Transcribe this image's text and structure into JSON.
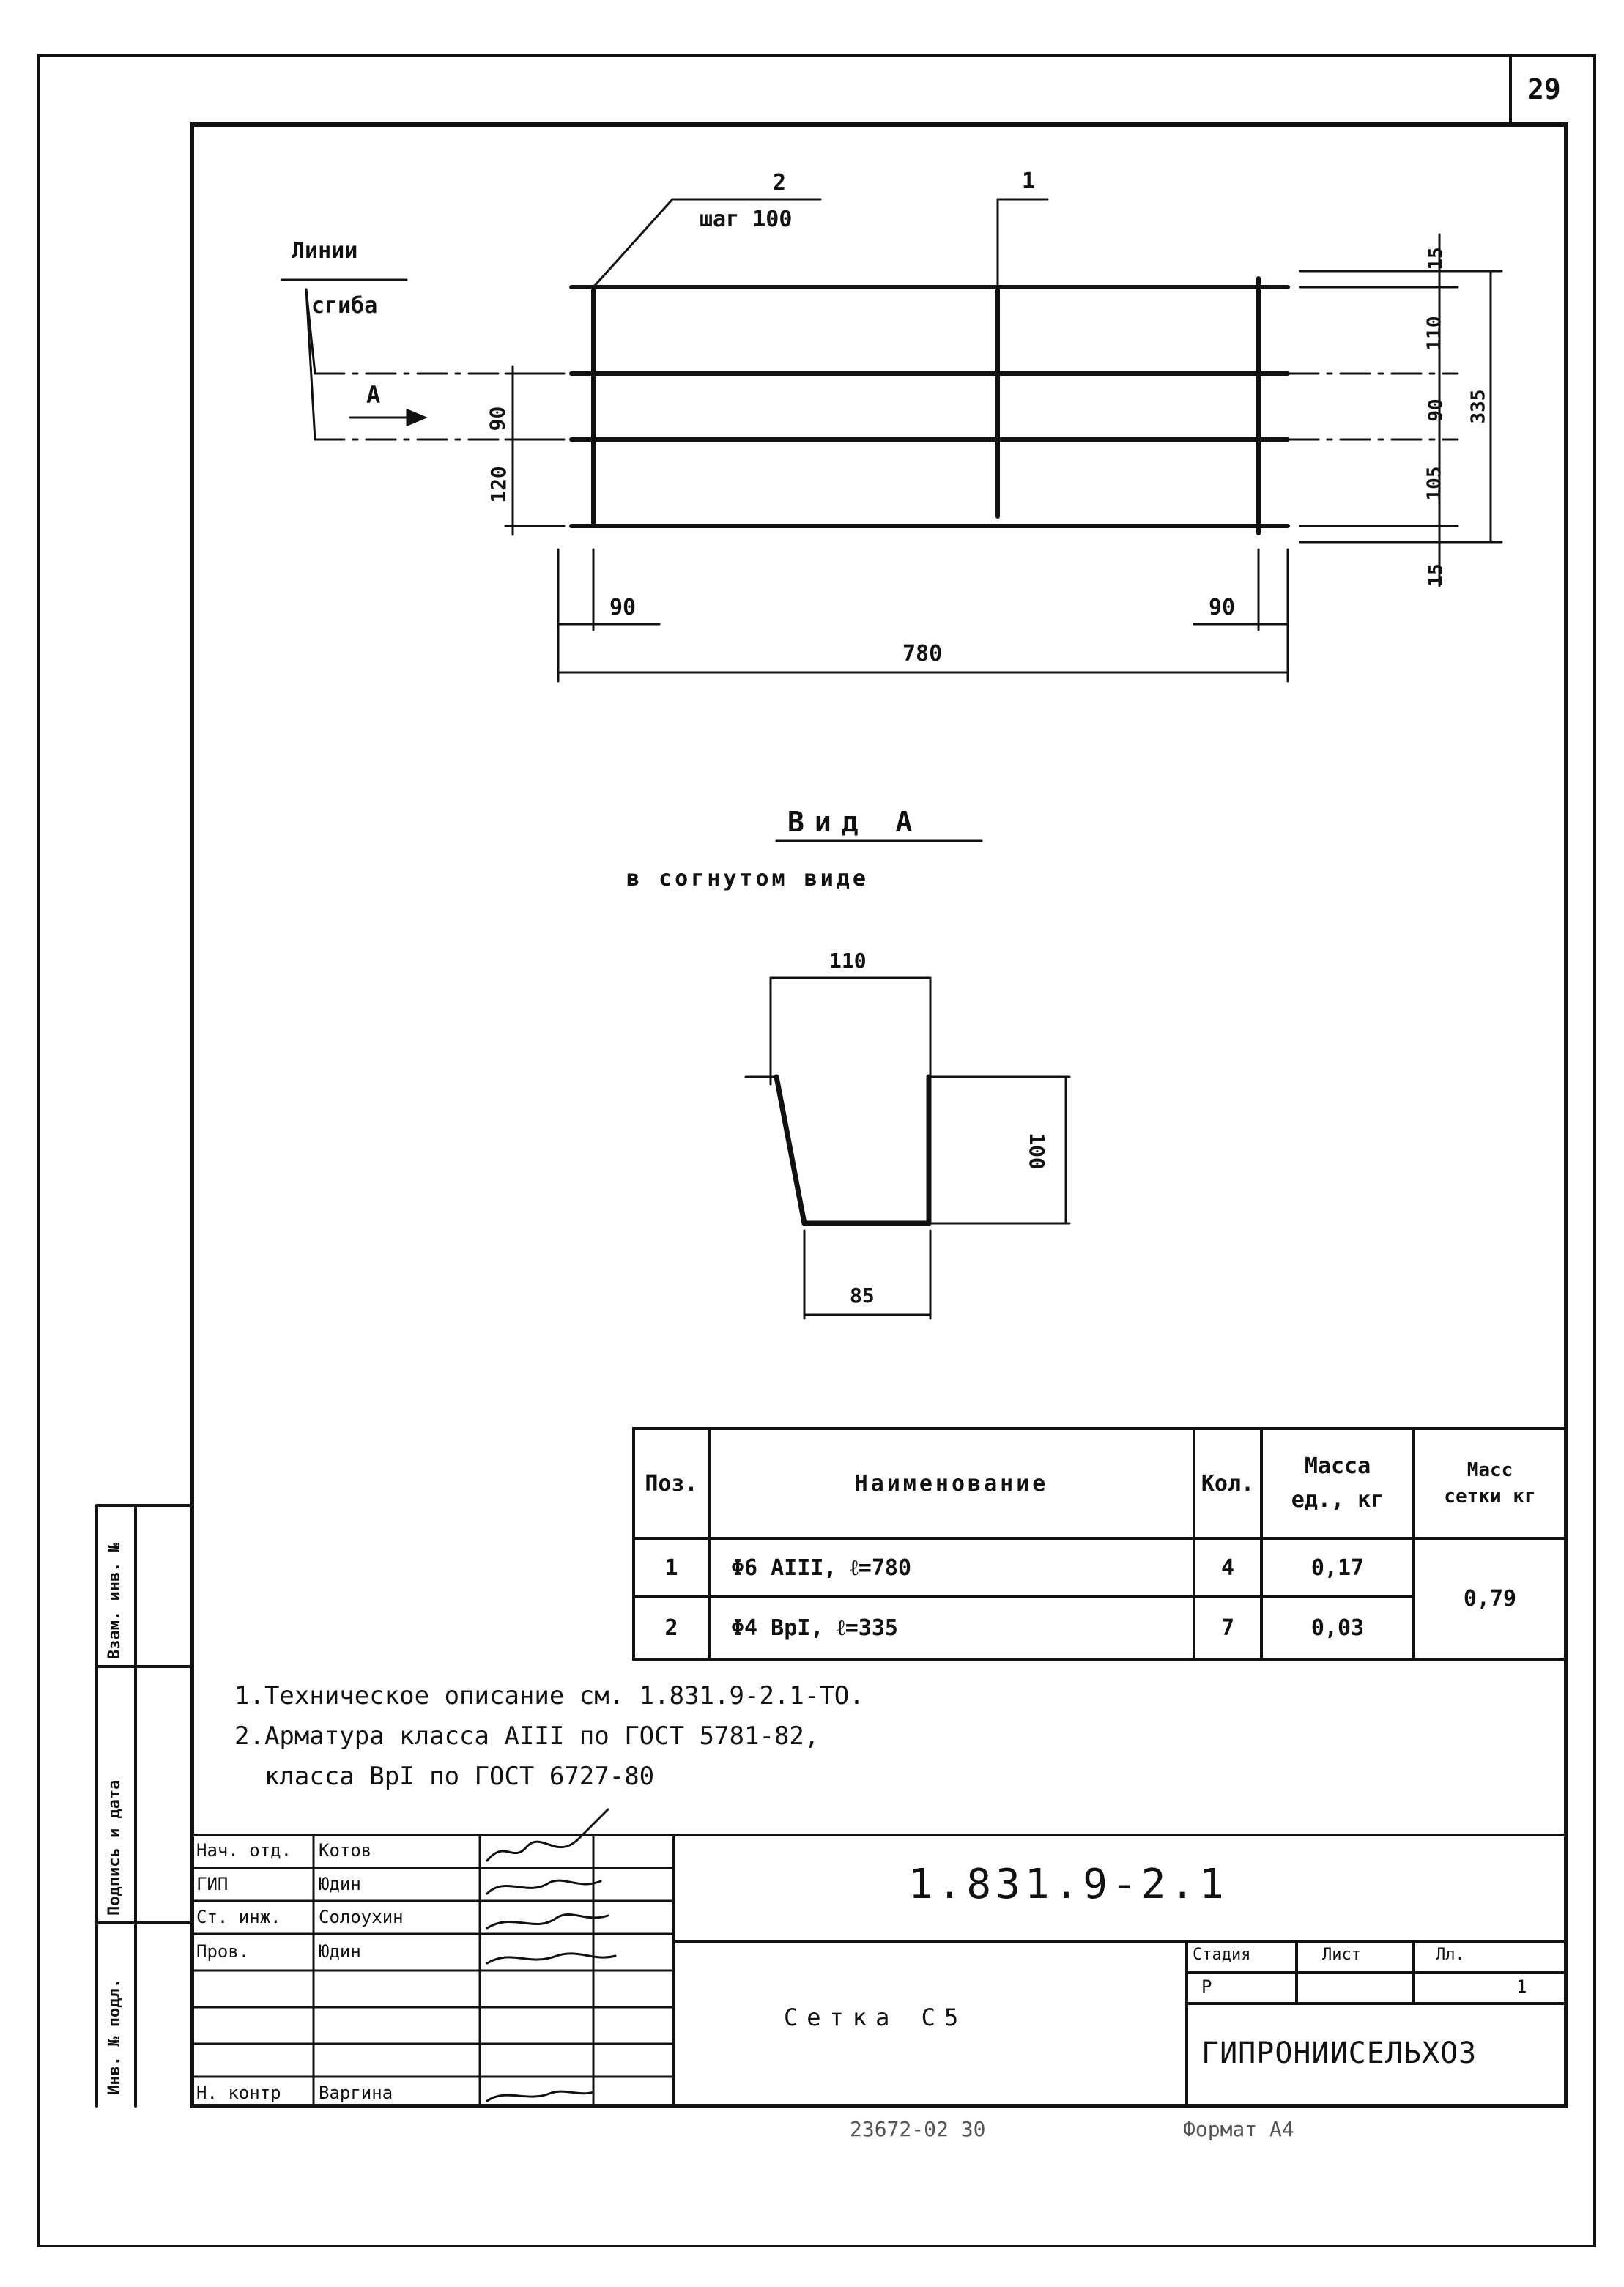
{
  "sheet": {
    "number": "29"
  },
  "plan": {
    "fold_label_line1": "Линии",
    "fold_label_line2": "сгиба",
    "view_arrow_label": "А",
    "callout_2_number": "2",
    "callout_2_step": "шаг 100",
    "callout_1_number": "1",
    "dim_left_90": "90",
    "dim_left_120": "120",
    "dim_right_15_top": "15",
    "dim_right_110": "110",
    "dim_right_90": "90",
    "dim_right_105": "105",
    "dim_right_15_bottom": "15",
    "dim_right_335": "335",
    "dim_bottom_90_left": "90",
    "dim_bottom_90_right": "90",
    "dim_bottom_780": "780"
  },
  "view_a": {
    "title": "Вид А",
    "subtitle": "в согнутом виде",
    "dim_110": "110",
    "dim_100": "100",
    "dim_85": "85"
  },
  "spec_table": {
    "headers": [
      "Поз.",
      "Наименование",
      "Кол.",
      "Масса ед., кг",
      "Масс сетки кг"
    ],
    "rows": [
      {
        "pos": "1",
        "name": "Φ6 АIII,   ℓ=780",
        "qty": "4",
        "mass": "0,17"
      },
      {
        "pos": "2",
        "name": "Φ4 ВрI,   ℓ=335",
        "qty": "7",
        "mass": "0,03"
      }
    ],
    "total_mass": "0,79"
  },
  "notes": [
    "1.Техническое описание см. 1.831.9-2.1-ТО.",
    "2.Арматура класса АIII по ГОСТ 5781-82,",
    "  класса ВрI по ГОСТ 6727-80"
  ],
  "title_block": {
    "doc_code": "1.831.9-2.1",
    "drawing_name": "Сетка С5",
    "stage_label": "Стадия",
    "sheet_label": "Лист",
    "sheets_label": "Лл.",
    "stage_value": "Р",
    "sheet_value": "",
    "sheets_value": "1",
    "organization": "ГИПРОНИИСЕЛЬХОЗ",
    "signers": [
      {
        "role": "Нач. отд.",
        "name": "Котов"
      },
      {
        "role": "ГИП",
        "name": "Юдин"
      },
      {
        "role": "Ст. инж.",
        "name": "Солоухин"
      },
      {
        "role": "Пров.",
        "name": "Юдин"
      },
      {
        "role": "",
        "name": ""
      },
      {
        "role": "",
        "name": ""
      },
      {
        "role": "Н. контр",
        "name": "Варгина"
      }
    ],
    "bottom_note": "23672-02  30",
    "format_label": "Формат А4"
  },
  "side_stamp": {
    "col1": "Инв. № подл.",
    "col2": "Подпись и дата",
    "col3": "Взам. инв. №"
  }
}
